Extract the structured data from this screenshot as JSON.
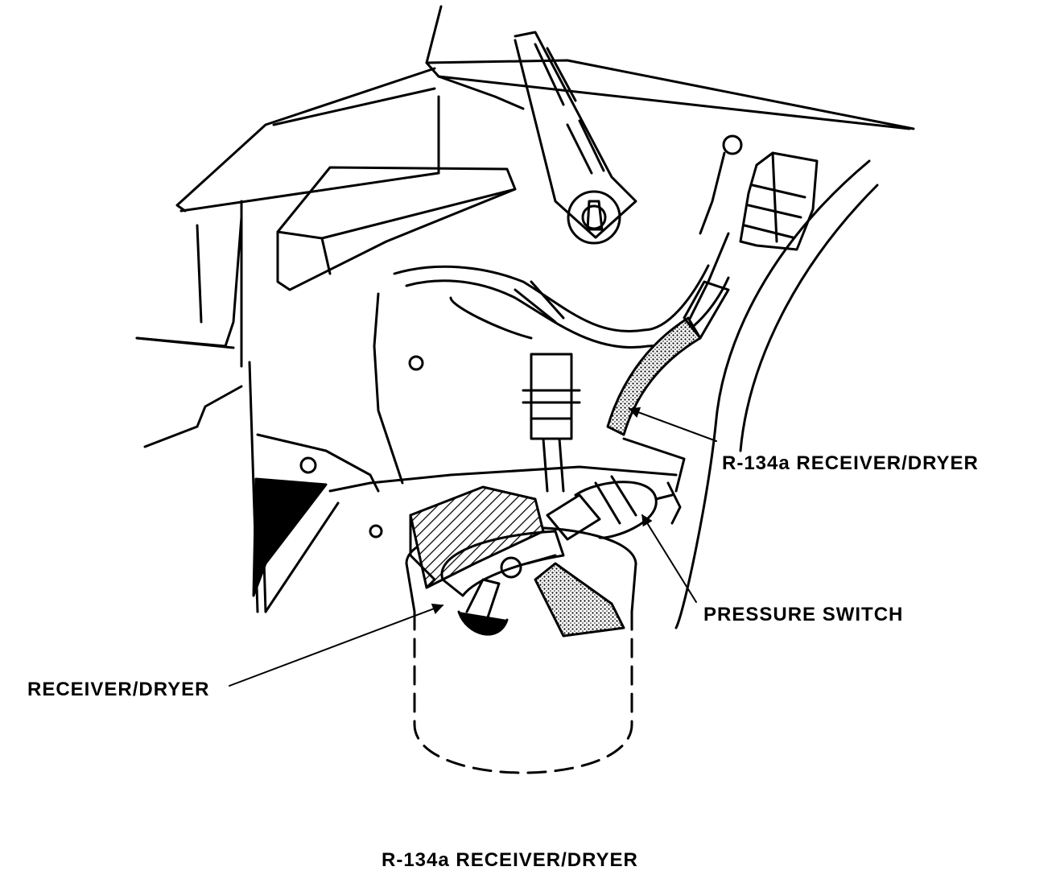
{
  "figure": {
    "callouts": {
      "r134a_receiver_dryer": "R-134a RECEIVER/DRYER",
      "pressure_switch": "PRESSURE SWITCH",
      "receiver_dryer": "RECEIVER/DRYER"
    },
    "caption": "R-134a RECEIVER/DRYER"
  }
}
